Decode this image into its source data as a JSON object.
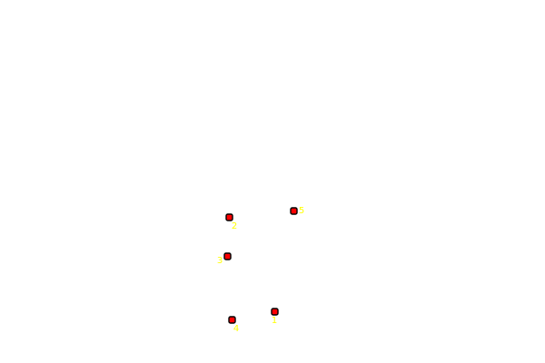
{
  "colors": {
    "background": "#ffffff",
    "marker_fill": "#ff0000",
    "marker_stroke": "#000000",
    "label_color": "#ffff00"
  },
  "points": [
    {
      "id": "point-1",
      "label": "1"
    },
    {
      "id": "point-2",
      "label": "2"
    },
    {
      "id": "point-3",
      "label": "3"
    },
    {
      "id": "point-4",
      "label": "4"
    },
    {
      "id": "point-5",
      "label": "5"
    }
  ]
}
